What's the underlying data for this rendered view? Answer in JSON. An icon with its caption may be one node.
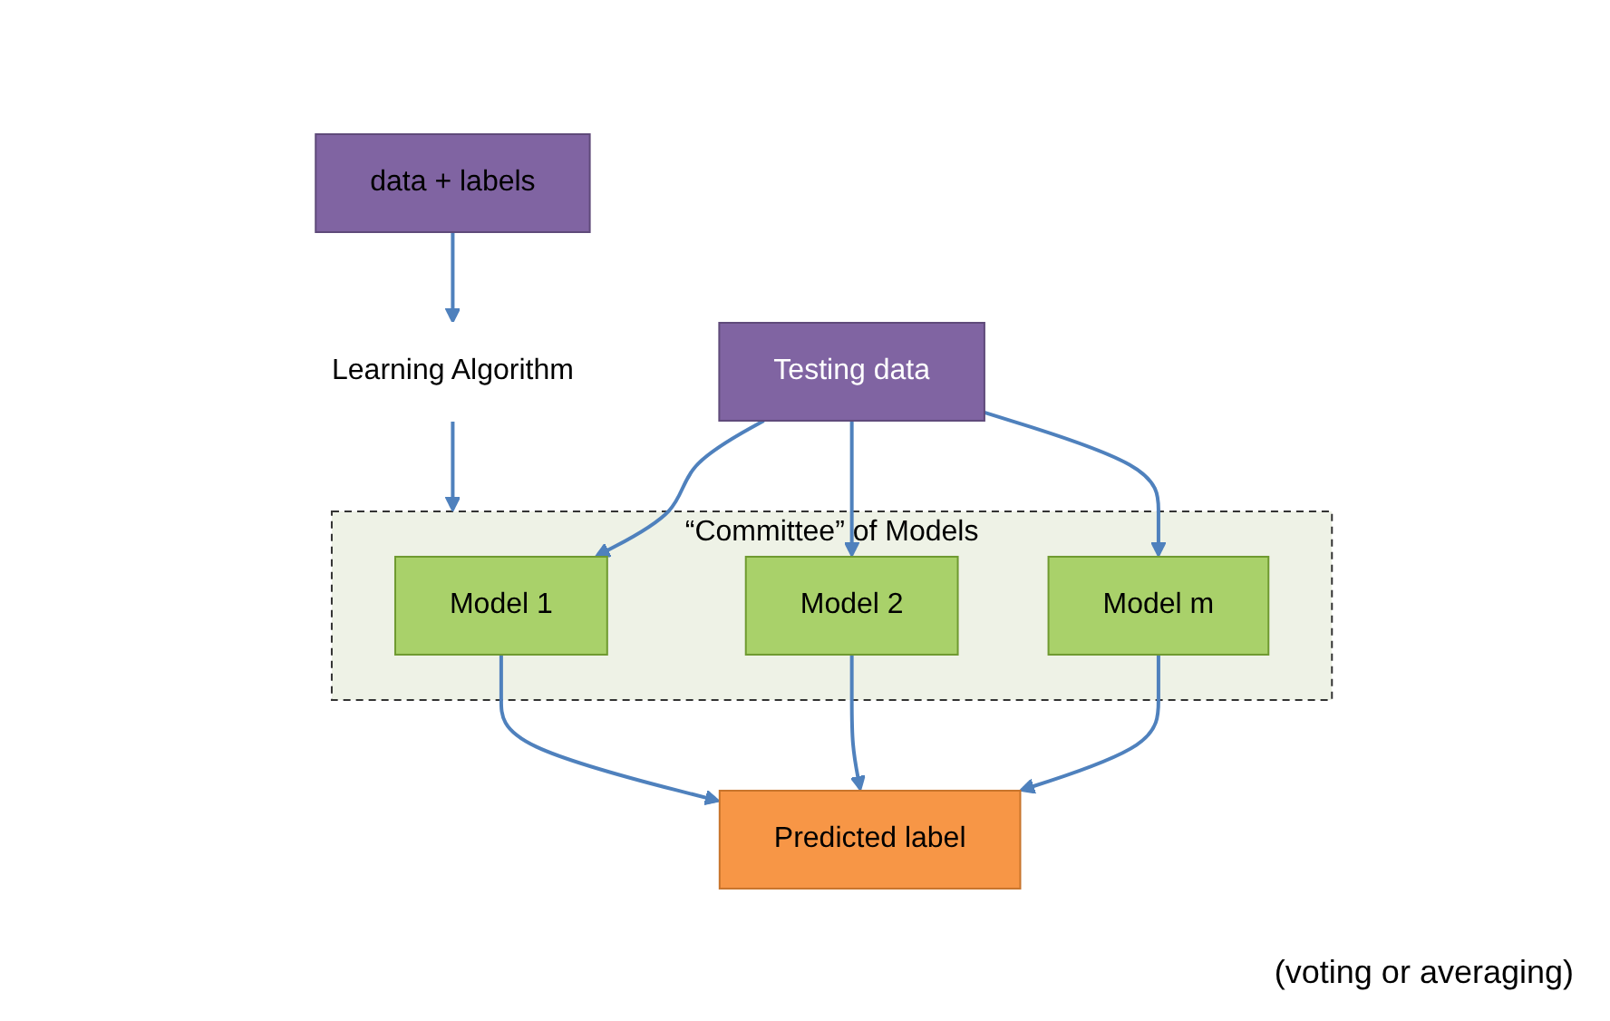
{
  "diagram": {
    "nodes": [
      {
        "text": [
          "data + labels"
        ]
      },
      {
        "text": [
          "Learning Algorithm"
        ]
      },
      {
        "text": [
          "“Committee” of Models"
        ]
      },
      {
        "text": [
          "Model 1"
        ],
        "in": 2
      },
      {
        "text": [
          "Model 2"
        ],
        "in": 2
      },
      {
        "text": [
          "Model m"
        ],
        "in": 2
      },
      {
        "text": [
          "Testing data"
        ]
      },
      {
        "text": [
          "Predicted label"
        ]
      }
    ],
    "edges": [
      {
        "from": 0,
        "to": 1,
        "arrow": "to"
      },
      {
        "from": 1,
        "to": 2,
        "arrow": "to"
      },
      {
        "from": 6,
        "to": 3,
        "arrow": "to"
      },
      {
        "from": 6,
        "to": 4,
        "arrow": "to"
      },
      {
        "from": 6,
        "to": 5,
        "arrow": "to"
      },
      {
        "from": 3,
        "to": 7,
        "arrow": "to"
      },
      {
        "from": 4,
        "to": 7,
        "arrow": "to"
      },
      {
        "from": 5,
        "to": 7,
        "arrow": "to"
      }
    ],
    "labels": [
      "(voting or averaging)"
    ]
  }
}
